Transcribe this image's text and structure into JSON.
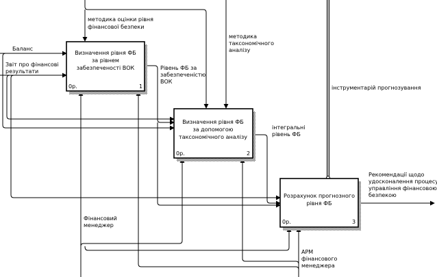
{
  "boxes": [
    {
      "title": [
        "Визначення рівня ФБ",
        "за рівнем",
        "забезпеченості ВОК"
      ],
      "cost": "0р.",
      "number": "1"
    },
    {
      "title": [
        "Визначення рівня ФБ",
        "за допомогою",
        "таксономічного аналізу"
      ],
      "cost": "0р.",
      "number": "2"
    },
    {
      "title": [
        "Розрахунок прогнозного",
        "рівня ФБ"
      ],
      "cost": "0р.",
      "number": "3"
    }
  ],
  "inputs": {
    "balance": "Баланс",
    "financial_report": [
      "Звіт про фінансові",
      "результати"
    ]
  },
  "controls": {
    "method_assessment": [
      "методика оцінки рівня",
      "фінансової безпеки"
    ],
    "method_taxonomic": [
      "методика",
      "таксономічного",
      "аналізу"
    ],
    "forecasting_tools": "інструментарій прогнозування"
  },
  "flows": {
    "fb_level_vok": [
      "Рівень ФБ за",
      "забезпеченістю",
      "ВОК"
    ],
    "integral_level": [
      "інтегральні",
      "рівень ФБ"
    ]
  },
  "outputs": {
    "recommendations": [
      "Рекомендації щодо",
      "удосконалення процесу",
      "управління фінансовою",
      "безпекою"
    ]
  },
  "mechanisms": {
    "financial_manager": [
      "Фінансовий",
      "менеджер"
    ],
    "arm": [
      "АРМ",
      "фінансового",
      "менеджера"
    ]
  }
}
